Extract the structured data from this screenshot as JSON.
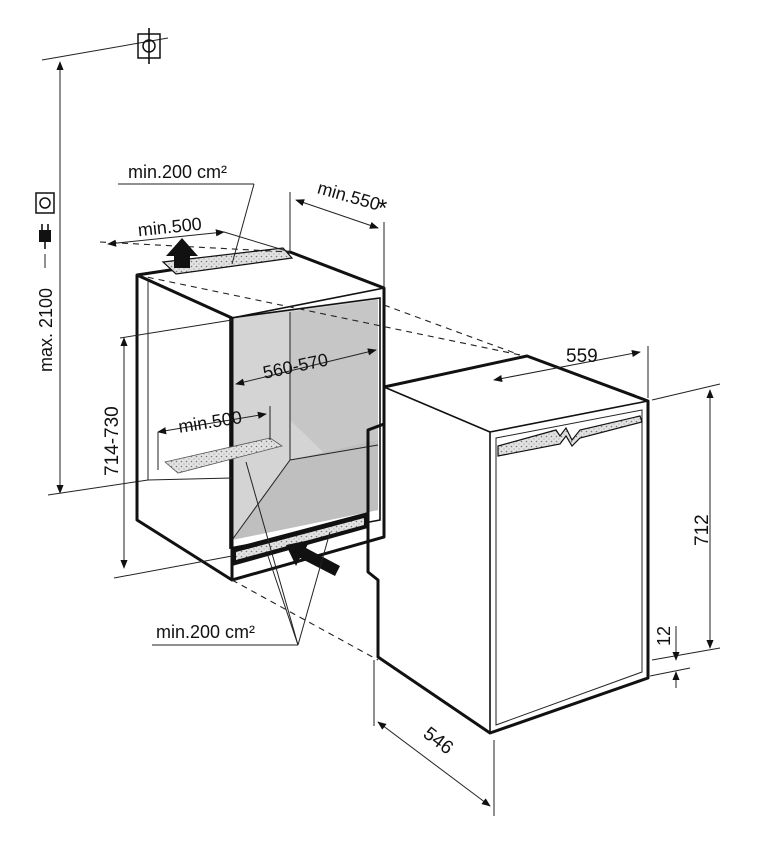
{
  "labels": {
    "max_height": "max. 2100",
    "vent_top": "min.200 cm²",
    "depth_top": "min.550",
    "asterisk": "*",
    "width_top": "min.500",
    "niche_width": "560-570",
    "niche_height": "714-730",
    "inner_depth": "min.500",
    "vent_bottom": "min.200 cm²",
    "appliance_width": "559",
    "appliance_height": "712",
    "plinth": "12",
    "appliance_depth": "546"
  },
  "icons": [
    "ground-symbol-icon",
    "power-socket-icon",
    "power-plug-icon",
    "airflow-arrow-icon"
  ],
  "colors": {
    "line": "#111111",
    "niche_interior": "#d4d4d4",
    "vent_grille": "#c9c9c9",
    "background": "#ffffff"
  }
}
